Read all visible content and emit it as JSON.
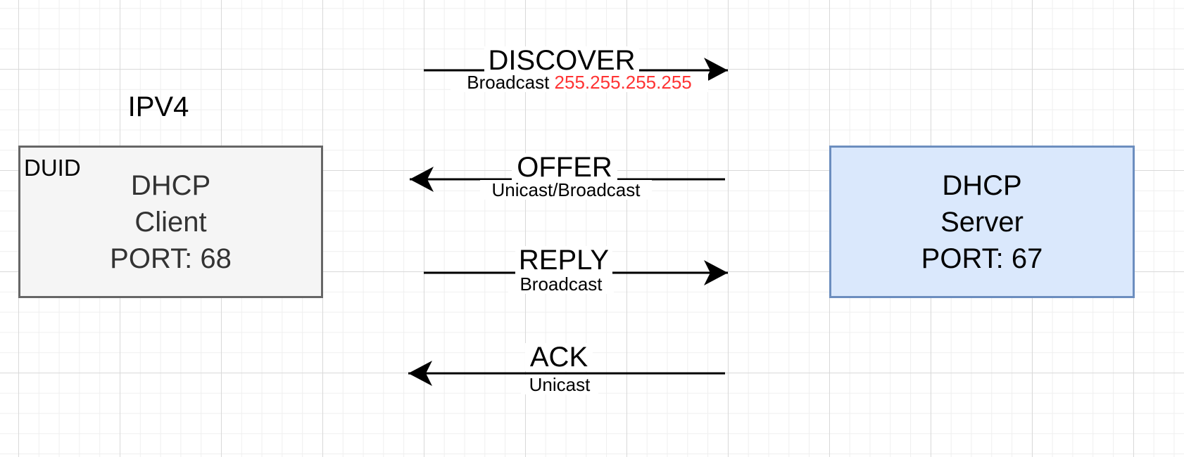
{
  "diagram": {
    "title": "IPV4",
    "client": {
      "badge": "DUID",
      "lines": [
        "DHCP",
        "Client",
        "PORT: 68"
      ]
    },
    "server": {
      "lines": [
        "DHCP",
        "Server",
        "PORT: 67"
      ]
    },
    "messages": [
      {
        "label": "DISCOVER",
        "sub": "Broadcast",
        "sub_highlight": "255.255.255.255",
        "direction": "right"
      },
      {
        "label": "OFFER",
        "sub": "Unicast/Broadcast",
        "direction": "left"
      },
      {
        "label": "REPLY",
        "sub": "Broadcast",
        "direction": "right"
      },
      {
        "label": "ACK",
        "sub": "Unicast",
        "direction": "left"
      }
    ]
  },
  "colors": {
    "client_fill": "#f5f5f5",
    "client_stroke": "#666666",
    "server_fill": "#dae8fc",
    "server_stroke": "#6c8ebf",
    "highlight_text": "#ff3333"
  }
}
